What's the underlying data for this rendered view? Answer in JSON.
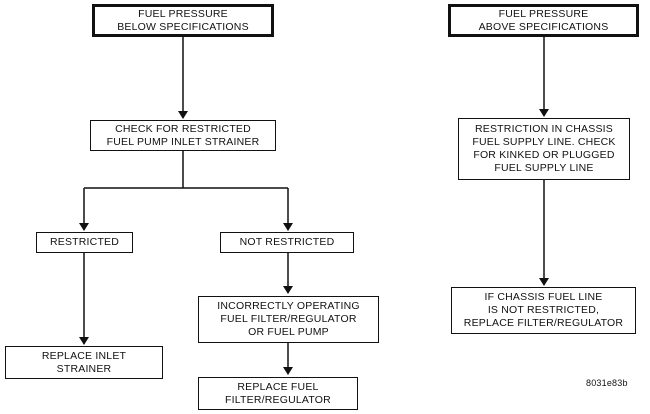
{
  "left_branch": {
    "start": "FUEL PRESSURE\nBELOW SPECIFICATIONS",
    "check": "CHECK FOR RESTRICTED\nFUEL PUMP INLET STRAINER",
    "restricted": "RESTRICTED",
    "not_restricted": "NOT RESTRICTED",
    "replace_strainer": "REPLACE INLET\nSTRAINER",
    "incorrect_operation": "INCORRECTLY OPERATING\nFUEL FILTER/REGULATOR\nOR FUEL PUMP",
    "replace_filter": "REPLACE FUEL\nFILTER/REGULATOR"
  },
  "right_branch": {
    "start": "FUEL PRESSURE\nABOVE SPECIFICATIONS",
    "restriction": "RESTRICTION IN CHASSIS\nFUEL SUPPLY LINE. CHECK\nFOR KINKED OR PLUGGED\nFUEL  SUPPLY LINE",
    "result": "IF CHASSIS FUEL LINE\nIS NOT RESTRICTED,\nREPLACE FILTER/REGULATOR"
  },
  "figure_ref": "8031e83b"
}
